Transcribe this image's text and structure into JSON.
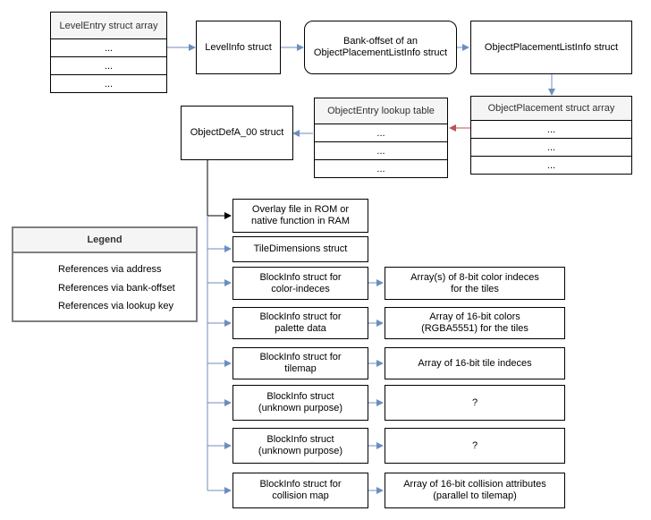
{
  "colors": {
    "address": "#000000",
    "bank_offset": "#6c8ebf",
    "lookup_key": "#b85450"
  },
  "level_entry": {
    "title": "LevelEntry struct array",
    "rows": [
      "...",
      "...",
      "..."
    ]
  },
  "level_info": {
    "label": "LevelInfo struct"
  },
  "bank_offset_node": {
    "label": "Bank-offset of an\nObjectPlacementListInfo struct"
  },
  "placement_list_info": {
    "label": "ObjectPlacementListInfo struct"
  },
  "placement_array": {
    "title": "ObjectPlacement struct array",
    "rows": [
      "...",
      "...",
      "..."
    ]
  },
  "lookup_table": {
    "title": "ObjectEntry lookup table",
    "rows": [
      "...",
      "...",
      "..."
    ]
  },
  "objectdef": {
    "label": "ObjectDefA_00 struct"
  },
  "children": [
    {
      "label": "Overlay file in ROM or\nnative function in RAM"
    },
    {
      "label": "TileDimensions struct"
    },
    {
      "label": "BlockInfo struct for\ncolor-indeces"
    },
    {
      "label": "BlockInfo struct for\npalette data"
    },
    {
      "label": "BlockInfo struct for\ntilemap"
    },
    {
      "label": "BlockInfo struct\n(unknown purpose)"
    },
    {
      "label": "BlockInfo struct\n(unknown purpose)"
    },
    {
      "label": "BlockInfo struct for\ncollision map"
    }
  ],
  "targets": [
    {
      "label": "Array(s) of 8-bit color indeces\nfor the tiles"
    },
    {
      "label": "Array of 16-bit colors\n(RGBA5551) for the tiles"
    },
    {
      "label": "Array of 16-bit tile indeces"
    },
    {
      "label": "?"
    },
    {
      "label": "?"
    },
    {
      "label": "Array of 16-bit collision attributes\n(parallel to tilemap)"
    }
  ],
  "legend": {
    "title": "Legend",
    "items": [
      {
        "label": "References via address"
      },
      {
        "label": "References via bank-offset"
      },
      {
        "label": "References via lookup key"
      }
    ]
  }
}
